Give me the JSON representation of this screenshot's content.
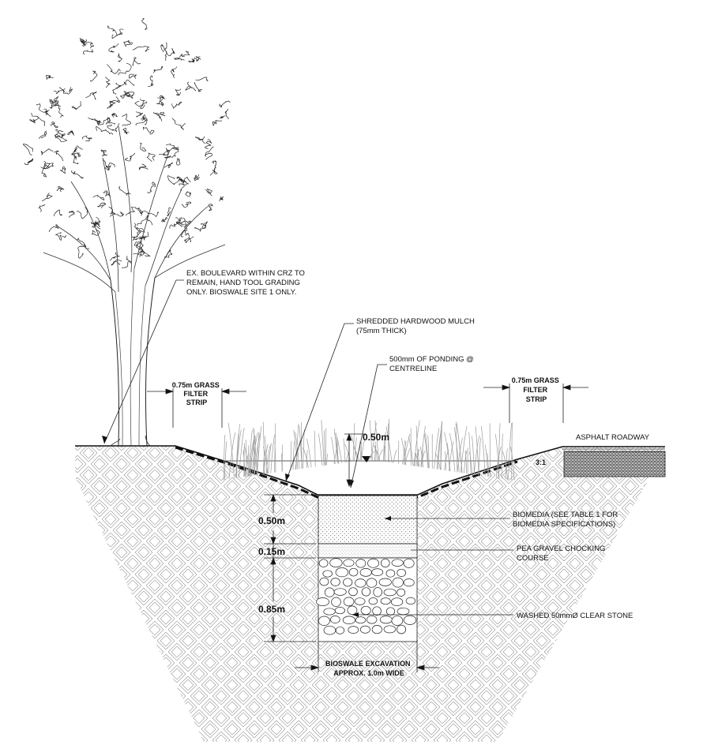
{
  "notes": {
    "boulevard": [
      "EX. BOULEVARD WITHIN CRZ  TO",
      "REMAIN, HAND TOOL GRADING",
      "ONLY. BIOSWALE SITE 1 ONLY."
    ],
    "mulch": [
      "SHREDDED HARDWOOD MULCH",
      "(75mm THICK)"
    ],
    "ponding": [
      "500mm OF PONDING @",
      "CENTRELINE"
    ],
    "grass_left": [
      "0.75m GRASS",
      "FILTER",
      "STRIP"
    ],
    "grass_right": [
      "0.75m GRASS",
      "FILTER",
      "STRIP"
    ],
    "asphalt": "ASPHALT ROADWAY",
    "slope": "3:1",
    "biomedia": [
      "BIOMEDIA (SEE TABLE 1 FOR",
      "BIOMEDIA SPECIFICATIONS)"
    ],
    "pea_gravel": [
      "PEA GRAVEL CHOCKING",
      "COURSE"
    ],
    "stone": "WASHED 50mmØ CLEAR STONE",
    "excavation": [
      "BIOSWALE EXCAVATION",
      "APPROX. 1.0m WIDE"
    ]
  },
  "dimensions": {
    "ponding_depth": "0.50m",
    "biomedia_depth": "0.50m",
    "gravel_depth": "0.15m",
    "stone_depth": "0.85m"
  }
}
